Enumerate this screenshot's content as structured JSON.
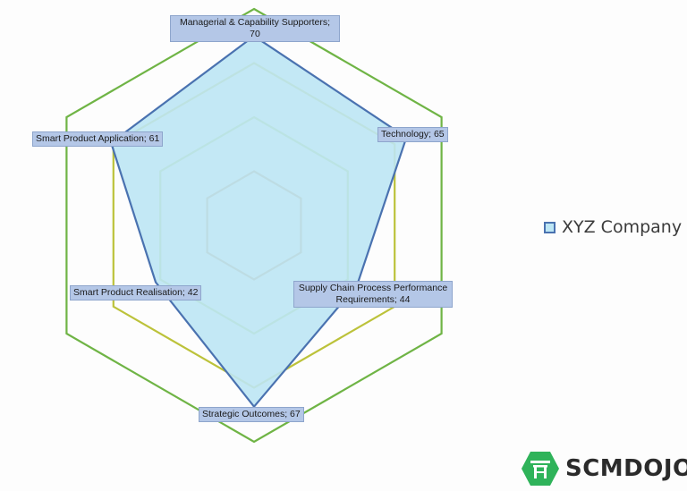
{
  "chart_data": {
    "type": "radar",
    "categories": [
      "Managerial & Capability Supporters",
      "Technology",
      "Supply Chain Process Performance Requirements",
      "Strategic Outcomes",
      "Smart Product Realisation",
      "Smart Product Application"
    ],
    "series": [
      {
        "name": "XYZ Company",
        "values": [
          70,
          65,
          44,
          67,
          42,
          61
        ]
      }
    ],
    "rings": [
      {
        "value": 20,
        "color": "#c0874a"
      },
      {
        "value": 40,
        "color": "#a9c64a"
      },
      {
        "value": 60,
        "color": "#bcc23a"
      },
      {
        "value": 80,
        "color": "#6fb445"
      }
    ],
    "rmax": 80,
    "data_labels": [
      "Managerial & Capability Supporters; 70",
      "Technology; 65",
      "Supply Chain Process Performance Requirements; 44",
      "Strategic Outcomes; 67",
      "Smart Product Realisation; 42",
      "Smart Product Application; 61"
    ],
    "legend": "right",
    "series_fill": "#bde6f4",
    "series_stroke": "#4a72b0"
  },
  "logo": {
    "text": "SCMDOJO",
    "color": "#2fb35a"
  }
}
